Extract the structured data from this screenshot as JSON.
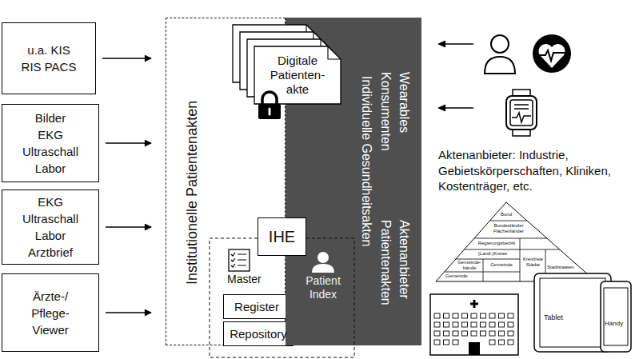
{
  "diagram": {
    "nodes": [
      {
        "text": [
          "u.a. KIS RIS PACS"
        ]
      },
      {
        "text": [
          "Bilder EKG Ultraschall Labor"
        ]
      },
      {
        "text": [
          "EKG Ultraschall Labor Arztbrief"
        ]
      },
      {
        "text": [
          "Ärzte-/ Pflege- Viewer"
        ]
      },
      {
        "text": [
          "Institutionelle Patientenakten"
        ]
      },
      {
        "text": [
          "Wearables Konsumenten",
          "Individuelle Gesundheitsakten",
          "Aktenanbieter Patientenakten"
        ]
      },
      {
        "text": [
          "Digitale Patienten- akte"
        ]
      },
      {
        "text": [
          "IHE"
        ]
      },
      {
        "text": [
          "Register"
        ],
        "in": 4
      },
      {
        "text": [
          "Repository"
        ],
        "in": 4
      }
    ],
    "edges": [
      {
        "from": 0,
        "to": 4,
        "arrow": "to"
      },
      {
        "from": 1,
        "to": 4,
        "arrow": "to"
      },
      {
        "from": 2,
        "to": 4,
        "arrow": "to"
      },
      {
        "from": 3,
        "to": 4,
        "arrow": "to"
      }
    ],
    "labels": [
      "Master",
      "Patient Index",
      "Aktenanbieter: Industrie, Gebietskörperschaften, Kliniken, Kostenträger, etc.",
      "Bund",
      "Bundesländer Flächenländer",
      "Regierungsbezirk",
      "(Land-)Kreise",
      "Gemeinde- bände",
      "Gemeinde",
      "Kreisfreie Städte",
      "Stadtstaaten",
      "Gemeinde",
      "Tablet",
      "Handy"
    ]
  }
}
